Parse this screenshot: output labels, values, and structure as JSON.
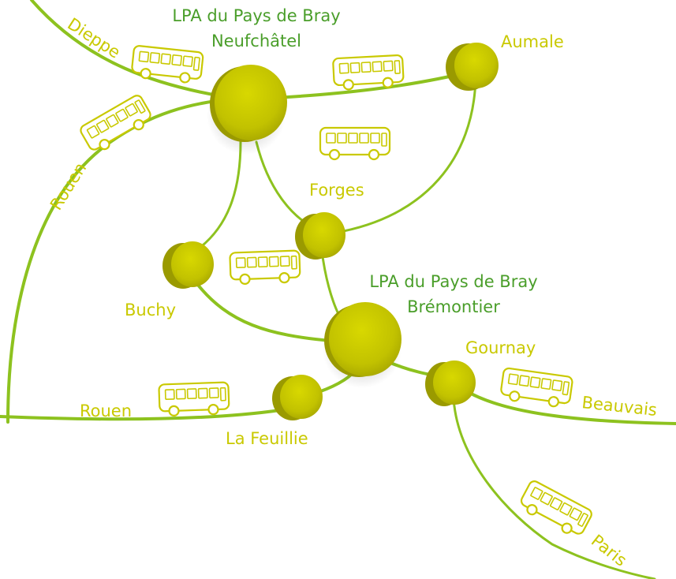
{
  "colors": {
    "route": "#8dc21f",
    "station": "#c9c900",
    "station_dark": "#9a9a00",
    "label_town": "#c9c900",
    "label_lpa": "#4a9e2a",
    "bus_outline": "#c9c900"
  },
  "lpa_neufchatel": {
    "line1": "LPA du Pays de Bray",
    "line2": "Neufchâtel"
  },
  "lpa_bremontier": {
    "line1": "LPA du Pays de Bray",
    "line2": "Brémontier"
  },
  "towns": {
    "aumale": "Aumale",
    "forges": "Forges",
    "buchy": "Buchy",
    "gournay": "Gournay",
    "la_feuillie": "La Feuillie"
  },
  "destinations": {
    "dieppe": "Dieppe",
    "rouen_north": "Rouen",
    "rouen_west": "Rouen",
    "beauvais": "Beauvais",
    "paris": "Paris"
  },
  "icons": {
    "bus": "bus-icon",
    "station": "station-node"
  }
}
